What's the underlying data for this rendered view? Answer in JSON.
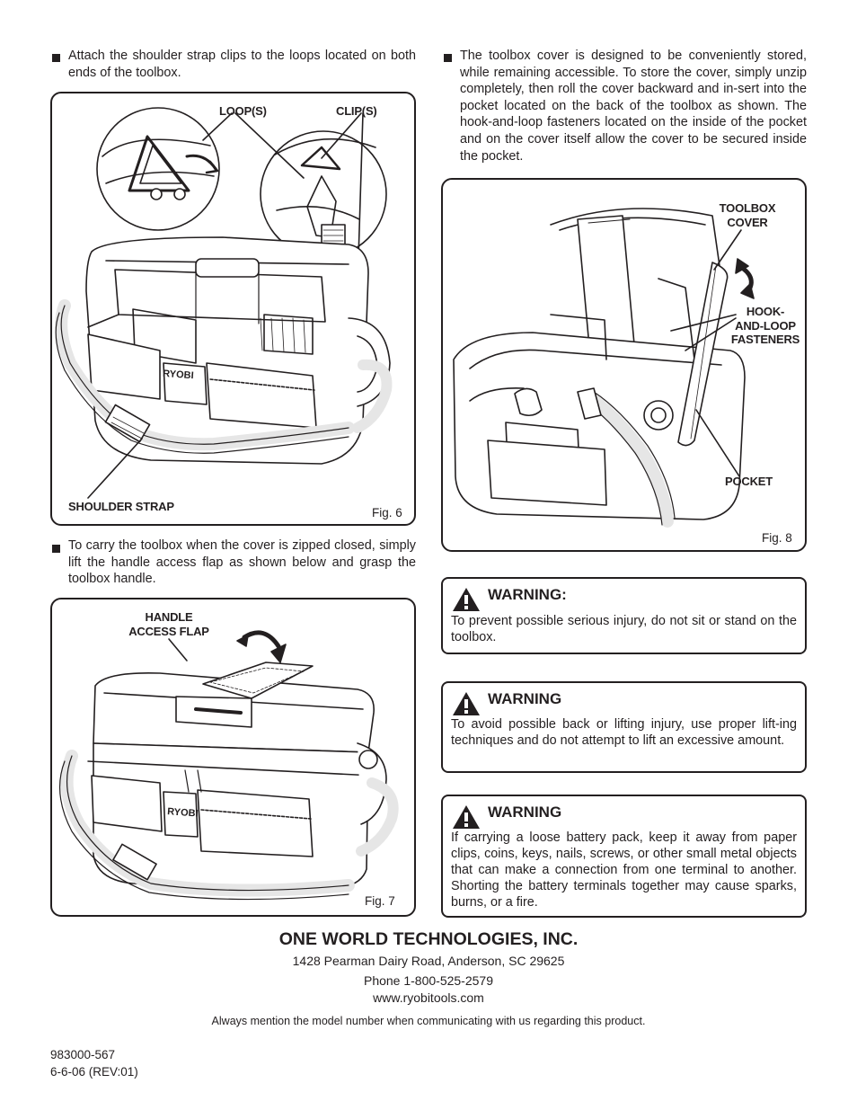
{
  "left_column": {
    "bullet1": "Attach the shoulder strap clips to the loops located on both ends of the toolbox.",
    "fig6": {
      "label_loops": "LOOP(S)",
      "label_clips": "CLIP(S)",
      "label_strap": "SHOULDER STRAP",
      "caption": "Fig. 6",
      "brand": "RYOBI"
    },
    "bullet2": "To carry the toolbox when the cover is zipped closed, simply lift the handle access flap as shown below and grasp the toolbox handle.",
    "fig7": {
      "label_flap_line1": "HANDLE",
      "label_flap_line2": "ACCESS FLAP",
      "caption": "Fig.  7",
      "brand": "RYOBI"
    }
  },
  "right_column": {
    "bullet3": "The toolbox cover is designed to be conveniently stored, while remaining accessible. To store the cover, simply unzip completely, then roll the cover backward and in-sert into the pocket located on the back of the toolbox as shown. The hook-and-loop fasteners located on the inside of the pocket and on the cover itself allow the cover to be secured inside the pocket.",
    "fig8": {
      "label_cover_line1": "TOOLBOX",
      "label_cover_line2": "COVER",
      "label_hook_line1": "HOOK-",
      "label_hook_line2": "AND-LOOP",
      "label_hook_line3": "FASTENERS",
      "label_pocket": "POCKET",
      "caption": "Fig. 8"
    },
    "warnings": [
      {
        "title": "WARNING:",
        "body": "To prevent possible serious injury, do not sit or stand on the toolbox."
      },
      {
        "title": "WARNING",
        "body": "To avoid possible back or lifting injury, use proper lift-ing techniques and do not attempt to lift an excessive amount."
      },
      {
        "title": "WARNING",
        "body": "If carrying a loose battery pack, keep it away from paper clips, coins, keys, nails, screws, or other small metal objects that can make a connection from one terminal to another. Shorting the battery terminals together may cause sparks, burns, or a fire."
      }
    ]
  },
  "footer": {
    "company": "ONE WORLD TECHNOLOGIES, INC.",
    "address": "1428 Pearman Dairy Road, Anderson, SC 29625",
    "phone": "Phone 1-800-525-2579",
    "website": "www.ryobitools.com",
    "note": "Always mention the model number when communicating with us regarding this product.",
    "doc_number": "983000-567",
    "revision": "6-6-06 (REV:01)"
  },
  "colors": {
    "ink": "#231f20",
    "strap_fill": "#e6e6e6"
  }
}
